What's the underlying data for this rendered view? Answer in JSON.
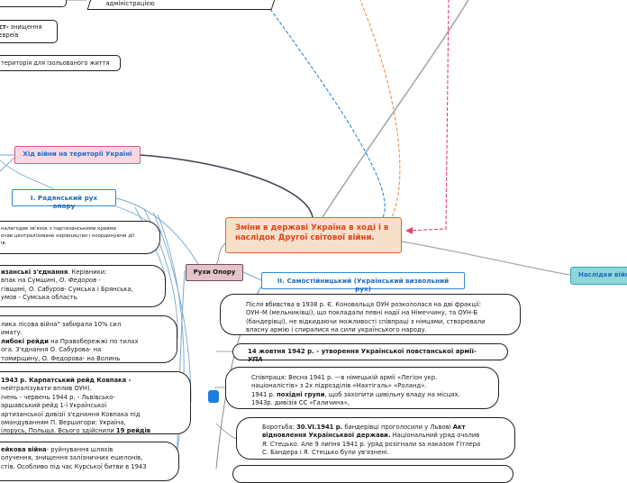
{
  "central": "Зміни в державі Україна в ході і в наслідок Другої світової війни.",
  "war_course": "Хід війни на території  Україні",
  "movements": "Рухи Опору",
  "consequences": "Наслідки війн",
  "section_soviet": "І. Радянський рух опору",
  "section_indep": "ІІ. Самостійницький (Український визвольний рух)",
  "top_nodes": {
    "admin": "адміністрацією",
    "holocaust_pre": "ст-",
    "holocaust": " знищення",
    "holocaust_2": "євреїв",
    "territory": " територія для ізольованого життя"
  },
  "left_nodes": {
    "partisan_center_1": "налагодив зв'язок з партизанськими краями",
    "partisan_center_2": "очав централізоване керівництво і координуючи дії",
    "partisan_center_3": "ів.",
    "units_1a": "изанські з'єднання",
    "units_1b": ". Керівники:",
    "units_2a": "впак на Сумщині, ",
    "units_2b": "О. Федоров",
    "units_2c": " -",
    "units_3a": "гівщині, ",
    "units_3b": "О. Сабуров",
    "units_3c": "- Сумська і Брянська,",
    "units_4a": "умов",
    "units_4b": " - Сумська область",
    "forest_1": "лика лісова війна\" забирала 10% сил",
    "forest_2": "имату.",
    "forest_3a": "либокі рейди",
    "forest_3b": " на Правобережжі по тилах",
    "forest_4": "ога. З'єднання О. Сабурова- на",
    "forest_5": "томирщину, О. Федорова- на Волинь",
    "raid_1": "1943 р. Карпатський рейд Ковпака -",
    "raid_2": "нейтралізувати вплив ОУН).",
    "raid_3": "ічень - червень 1944 р. - Львівсько-",
    "raid_4": "аршавський рейд 1-ї Української",
    "raid_5": "артизанської дивізії з'єднання Ковпака під",
    "raid_6": "омандуванням П. Вершигори: Україна,",
    "raid_7a": "ілорусь, Польща. Всього здійснили ",
    "raid_7b": "19 рейдів",
    "rail_1a": "ейкова війна",
    "rail_1b": "- руйнування шляхів",
    "rail_2": "олучення, знищення залізничних ешелонів,",
    "rail_3": "стів. Особливо під час Курської битви в 1943"
  },
  "right_nodes": {
    "split_1": "Після вбивства в 1938 р. Є. Коновальця ОУН розкололася на дві фракції:",
    "split_2": "ОУН–М (мельниківці), що покладали певні надії на Німеччину, та ОУН-Б",
    "split_3": "(бандерівці), не відкидаючи можливості співпраці з німцями, створювали",
    "split_4": "власну армію і спиралися на сили українського народу.",
    "upa_a": "14 жовтня 1942 р.  - утворення Української повстанської армії- ",
    "upa_b": "УПА",
    "coop_1": "Співпраця: Весна 1941 р. —в німецькій армії «Легіон укр.",
    "coop_2": "націоналістів» з 2х підрозділів «Нахтігаль» «Роланд».",
    "coop_3a": "1941 р. ",
    "coop_3b": "похідні групи",
    "coop_3c": ", щоб захопити цивільну владу на місцях.",
    "coop_4": "1943р. дивізія СС «Галичина»,",
    "fight_1a": "Боротьба: ",
    "fight_1b": "30.VI.1941 р.",
    "fight_1c": " бандерівці  проголосили у Львові ",
    "fight_1d": "Акт",
    "fight_2a": "відновлення Українськвої держави.",
    "fight_2b": " Національний уряд очолив",
    "fight_3a": "Я. Стецько",
    "fight_3b": ". Але 9 липня 1941 р. уряд розігнали за наказом Гітлера",
    "fight_4": "С. Бандера і Я. Стецько були ув'язнені."
  },
  "colors": {
    "central_border": "#d86b2c",
    "central_text": "#e0441c",
    "link_blue": "#1d6cc1",
    "war_course_bg": "#fbd7e3",
    "consequences_bg": "#8ed6d8"
  }
}
